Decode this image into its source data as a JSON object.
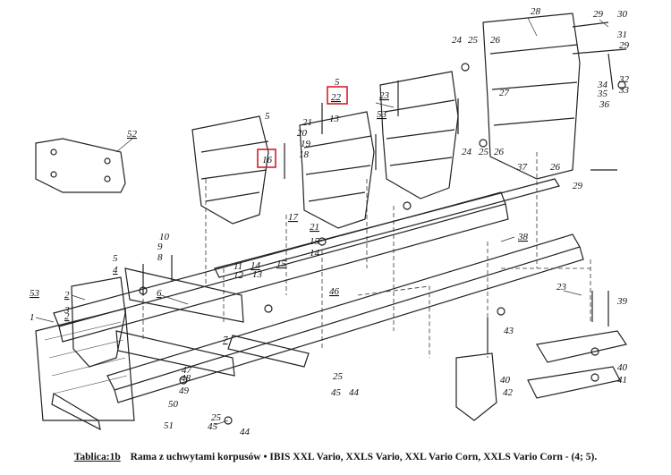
{
  "caption": {
    "table_label": "Tablica:1b",
    "title": "Rama z uchwytami korpusów • IBIS XXL Vario, XXLS Vario, XXL Vario Corn, XXLS Vario Corn - (4; 5)."
  },
  "part_numbers": [
    "1",
    "2",
    "3",
    "4",
    "5",
    "6",
    "7",
    "8",
    "9",
    "10",
    "11",
    "12",
    "13",
    "14",
    "15",
    "16",
    "17",
    "18",
    "19",
    "20",
    "21",
    "22",
    "23",
    "24",
    "25",
    "26",
    "27",
    "28",
    "29",
    "30",
    "31",
    "32",
    "33",
    "34",
    "35",
    "36",
    "37",
    "38",
    "39",
    "40",
    "41",
    "42",
    "43",
    "44",
    "45",
    "46",
    "47",
    "48",
    "49",
    "50",
    "51",
    "52",
    "53"
  ],
  "highlighted_parts": [
    "16",
    "22"
  ],
  "colors": {
    "highlight": "#d0202a",
    "ink": "#222222"
  }
}
